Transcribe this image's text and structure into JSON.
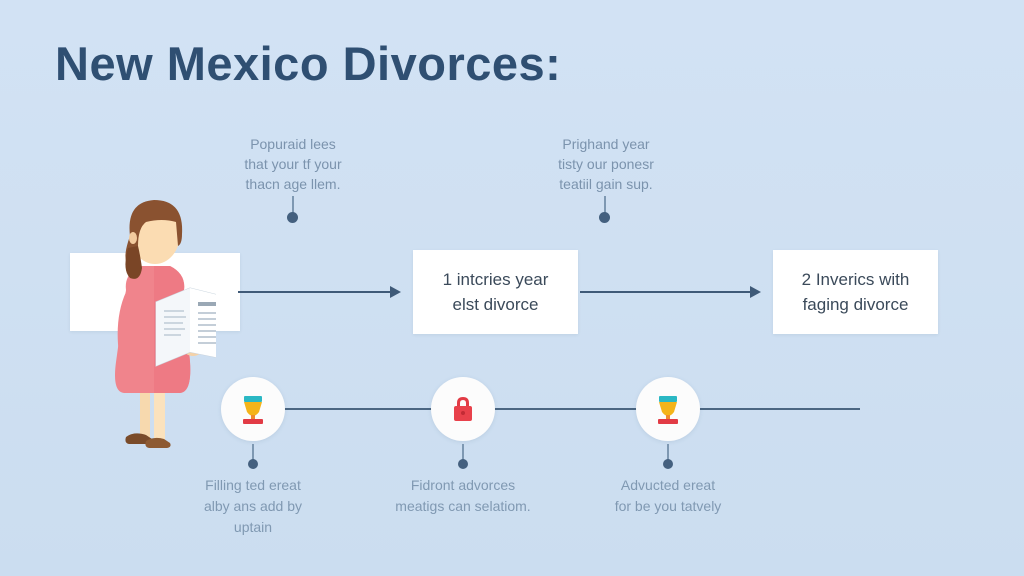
{
  "title": "New Mexico Divorces:",
  "theme": {
    "background": "#cfe0f2",
    "title_color": "#2f4f72",
    "card_bg": "#ffffff",
    "card_text_color": "#3b4a5a",
    "connector_color": "#3f5a78",
    "muted_text_color": "#7b93ad",
    "accent_red": "#e23b45",
    "accent_teal": "#2bb8c4",
    "accent_yellow": "#f4b41a",
    "dress_pink": "#f0848c",
    "hair_brown": "#8a5230"
  },
  "top_notes": [
    {
      "id": "note-1",
      "text": "Popuraid lees\nthat your tf your\nthacn age llem."
    },
    {
      "id": "note-2",
      "text": "Prighand year\ntisty our ponesr\nteatiil gain sup."
    }
  ],
  "cards": [
    {
      "id": "card-person",
      "text": "",
      "icon": "woman-reading-document-illustration"
    },
    {
      "id": "card-two",
      "text": "1 intcries year\nelst divorce"
    },
    {
      "id": "card-three",
      "text": "2 Inverics with\nfaging divorce"
    }
  ],
  "nodes": [
    {
      "id": "node-1",
      "icon": "trophy-icon",
      "caption": "Filling ted ereat\nalby ans add by\nuptain"
    },
    {
      "id": "node-2",
      "icon": "lock-icon",
      "caption": "Fidront advorces\nmeatigs can selatiom."
    },
    {
      "id": "node-3",
      "icon": "trophy-icon",
      "caption": "Advucted ereat\nfor be you tatvely"
    }
  ]
}
